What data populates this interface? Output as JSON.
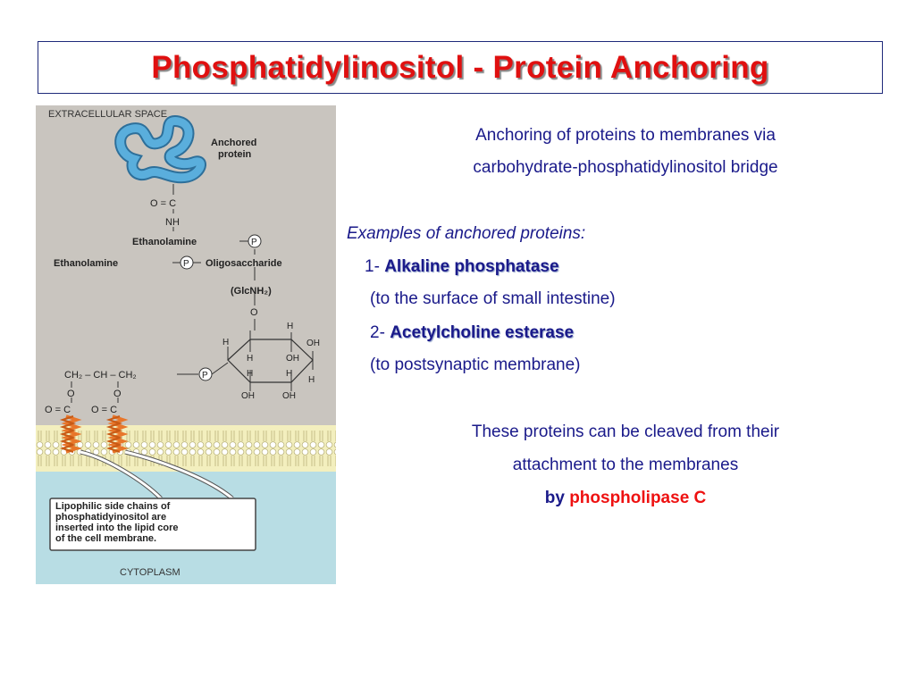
{
  "title": "Phosphatidylinositol - Protein Anchoring",
  "figure": {
    "extracellular": "EXTRACELLULAR SPACE",
    "anchored_1": "Anchored",
    "anchored_2": "protein",
    "oc_top": "O = C",
    "nh": "NH",
    "ethanolamine_1": "Ethanolamine",
    "ethanolamine_2": "Ethanolamine",
    "oligosaccharide": "Oligosaccharide",
    "glcnh2": "(GlcNH₂)",
    "p": "P",
    "o": "O",
    "h": "H",
    "oh": "OH",
    "chain": "CH₂ – CH – CH₂",
    "oc_bottom": "O = C",
    "callout_1": "Lipophilic side chains of",
    "callout_2": "phosphatidyinositol are",
    "callout_3": "inserted into the lipid core",
    "callout_4": "of the cell membrane.",
    "cytoplasm": "CYTOPLASM"
  },
  "text": {
    "line1": "Anchoring of proteins to membranes via",
    "line2": "carbohydrate-phosphatidylinositol bridge",
    "examples": "Examples of anchored proteins:",
    "ex1_num": "1- ",
    "ex1_name": "Alkaline phosphatase",
    "ex1_desc": "(to the surface of small intestine)",
    "ex2_num": "2- ",
    "ex2_name": "Acetylcholine esterase",
    "ex2_desc": "(to postsynaptic membrane)",
    "cleave1": "These proteins can be cleaved from  their",
    "cleave2": "attachment to the membranes",
    "cleave3_prefix": "by ",
    "cleave3_enzyme": "phospholipase C"
  },
  "colors": {
    "title": "#e01010",
    "body_text": "#1a1a8a",
    "enzyme": "#ee1111",
    "extracellular_bg": "#c9c5bf",
    "cytoplasm_bg": "#b8dde4",
    "membrane_bg": "#f3efbe",
    "protein": "#4a9ecf",
    "lipid_chain": "#e8762a"
  }
}
